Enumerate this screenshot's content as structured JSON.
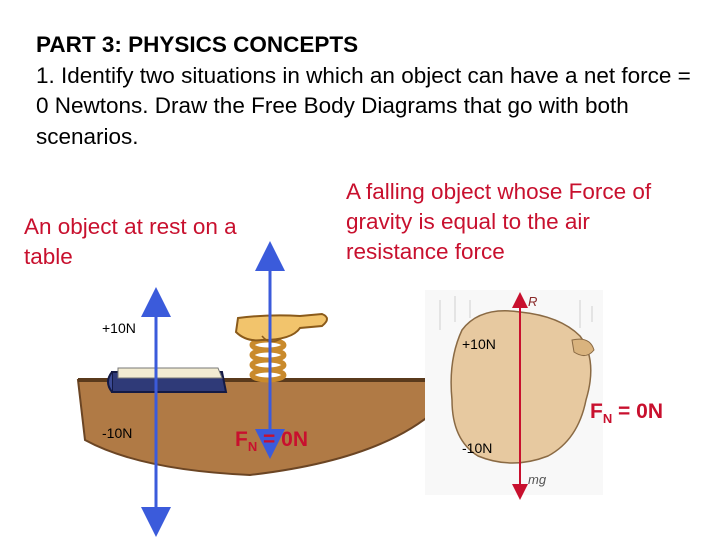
{
  "heading": {
    "title": "PART 3: PHYSICS CONCEPTS",
    "question": "1. Identify two situations in which an object can have a net force = 0 Newtons. Draw the Free Body Diagrams that go with both scenarios."
  },
  "captions": {
    "rest": "An object at rest on a table",
    "falling": "A falling object whose Force of gravity is equal to the air resistance force"
  },
  "table_scene": {
    "upper_force": "+10N",
    "lower_force": "-10N",
    "net_force_prefix": "F",
    "net_force_sub": "N",
    "net_force_value": " = 0N"
  },
  "falling_scene": {
    "upper_force": "+10N",
    "lower_force": "-10N",
    "label_top": "R",
    "label_bottom": "mg",
    "net_force_prefix": "F",
    "net_force_sub": "N",
    "net_force_value": " = 0N"
  },
  "colors": {
    "caption": "#c8102e",
    "arrow": "#3b5bdb",
    "table": "#b07a45",
    "rock": "#e7c9a0"
  }
}
